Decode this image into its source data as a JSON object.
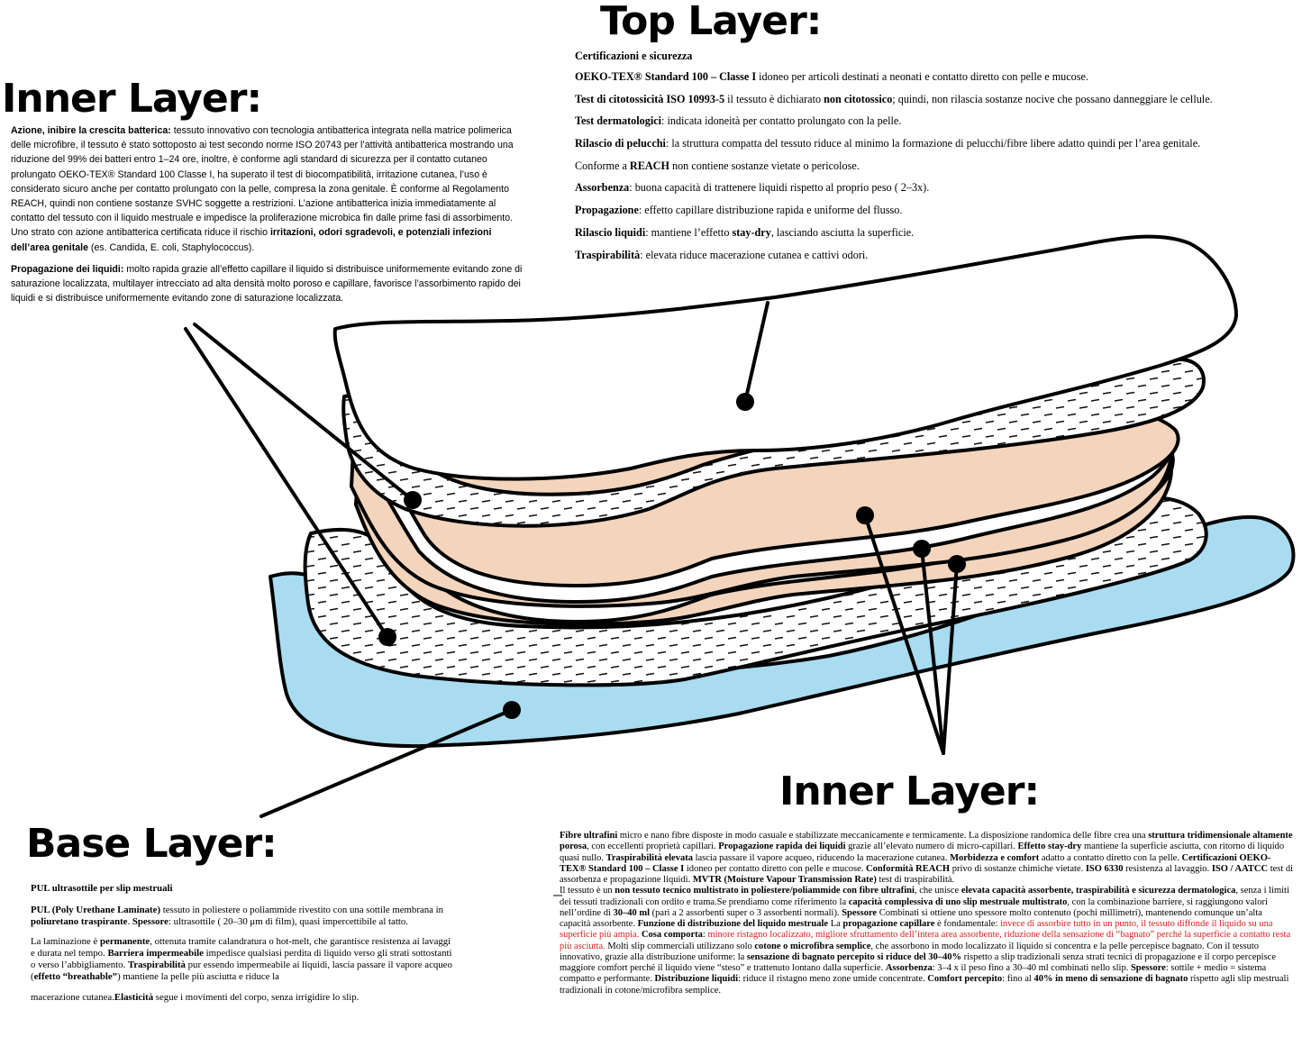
{
  "headings": {
    "top": "Top Layer:",
    "inner_left": "Inner Layer:",
    "inner_right": "Inner Layer:",
    "base": "Base Layer:"
  },
  "inner_left": {
    "p1_b1": "Azione, inibire la crescita batterica:",
    "p1_t1": " tessuto innovativo con tecnologia antibatterica integrata nella matrice polimerica delle microfibre, il tessuto è stato sottoposto ai test secondo norme ISO 20743 per l’attività antibatterica mostrando una riduzione del 99% dei batteri entro 1–24 ore, inoltre, è conforme agli standard di sicurezza per il contatto cutaneo prolungato OEKO-TEX® Standard 100 Classe I, ha superato il test di biocompatibilità, irritazione cutanea, l’uso è considerato sicuro anche per contatto prolungato con la pelle, compresa la zona genitale. È conforme al Regolamento REACH, quindi non contiene sostanze SVHC soggette a restrizioni. L’azione antibatterica inizia immediatamente al contatto del tessuto con il liquido mestruale e impedisce la proliferazione microbica fin dalle prime fasi di assorbimento. Uno strato con azione antibatterica certificata riduce il rischio ",
    "p1_b2": "irritazioni, odori sgradevoli, e potenziali infezioni dell’area genitale",
    "p1_t2": " (es. Candida, E. coli, Staphylococcus).",
    "p2_b1": "Propagazione dei liquidi:",
    "p2_t1": " molto rapida grazie all’effetto capillare il liquido si distribuisce uniformemente evitando zone di saturazione localizzata, multilayer intrecciato ad alta densità molto poroso e capillare, favorisce l’assorbimento rapido dei liquidi e si distribuisce uniformemente evitando zone di saturazione localizzata."
  },
  "top": {
    "title": "Certificazioni e sicurezza",
    "oeko_b": "OEKO-TEX® Standard 100 – Classe I",
    "oeko_t": "  idoneo per articoli destinati a neonati e contatto diretto con pelle e mucose.",
    "cito_b": "Test di citotossicità ISO 10993-5",
    "cito_t1": "  il tessuto è dichiarato ",
    "cito_b2": "non citotossico",
    "cito_t2": "; quindi, non rilascia sostanze nocive che possano danneggiare le cellule.",
    "derm_b": "Test dermatologici",
    "derm_t": ": indicata idoneità per contatto prolungato con la pelle.",
    "pel_b": "Rilascio di pelucchi",
    "pel_t": ": la struttura compatta del tessuto riduce al minimo la formazione di pelucchi/fibre libere  adatto quindi per l’area genitale.",
    "reach_t1": "Conforme a ",
    "reach_b": "REACH",
    "reach_t2": "  non contiene sostanze vietate o pericolose.",
    "ass_b": "Assorbenza",
    "ass_t": ": buona capacità di trattenere liquidi rispetto al proprio peso ( 2–3x).",
    "prop_b": "Propagazione",
    "prop_t": ": effetto capillare  distribuzione rapida e uniforme del flusso.",
    "ril_b": "Rilascio liquidi",
    "ril_t1": ":  mantiene l’effetto ",
    "ril_b2": "stay-dry",
    "ril_t2": ", lasciando asciutta la superficie.",
    "tra_b": "Traspirabilità",
    "tra_t": ": elevata  riduce macerazione cutanea e cattivi odori."
  },
  "base": {
    "title": "PUL ultrasottile per slip mestruali",
    "p1_b1": "PUL (Poly Urethane Laminate)",
    "p1_t1": "  tessuto in poliestere o poliammide rivestito con una sottile membrana in ",
    "p1_b2": "poliuretano traspirante",
    "p1_t2": ". ",
    "p1_b3": "Spessore",
    "p1_t3": ": ultrasottile ( 20–30 μm di film), quasi impercettibile al tatto.",
    "p2_t1": "La laminazione è ",
    "p2_b1": "permanente",
    "p2_t2": ", ottenuta tramite calandratura o hot-melt, che garantisce resistenza ai lavaggi e durata nel tempo. ",
    "p2_b2": "Barriera impermeabile",
    "p2_t3": " impedisce qualsiasi perdita di liquido verso gli strati sottostanti o verso l’abbigliamento. ",
    "p2_b3": "Traspirabilità",
    "p2_t4": "  pur essendo impermeabile ai liquidi, lascia passare il vapore acqueo (",
    "p2_b4": "effetto “breathable”",
    "p2_t5": ") mantiene la pelle più asciutta e riduce la",
    "p3_t1": "macerazione cutanea.",
    "p3_b1": "Elasticità",
    "p3_t2": " segue i movimenti del corpo, senza irrigidire lo slip."
  },
  "inner_right": {
    "s1": "Fibre ultrafini",
    "s2": " micro e nano fibre disposte in modo casuale e stabilizzate meccanicamente e termicamente. La disposizione randomica delle fibre crea una ",
    "s3": "struttura tridimensionale altamente porosa",
    "s4": ", con eccellenti proprietà capillari. ",
    "s5": "Propagazione rapida dei liquidi",
    "s6": " grazie all’elevato numero di micro-capillari. ",
    "s7": "Effetto stay-dry",
    "s8": " mantiene la superficie asciutta, con ritorno di liquido quasi nullo. ",
    "s9": "Traspirabilità elevata",
    "s10": " lascia passare il vapore acqueo, riducendo la macerazione cutanea. ",
    "s11": "Morbidezza e comfort",
    "s12": " adatto a contatto diretto con la pelle. ",
    "s13": "Certificazioni OEKO-TEX® Standard 100 – Classe I",
    "s14": " idoneo per contatto diretto con pelle e mucose. ",
    "s15": "Conformità REACH",
    "s16": " privo di sostanze chimiche vietate. ",
    "s17": "ISO 6330",
    "s18": "  resistenza al lavaggio. ",
    "s19": "ISO / AATCC",
    "s20": "  test di assorbenza e propagazione liquidi. ",
    "s21": "MVTR (Moisture Vapour Transmission Rate)",
    "s22": " test di traspirabilità.",
    "t1": "Il tessuto è un ",
    "t2": "non tessuto tecnico multistrato in poliestere/poliammide con fibre ultrafini",
    "t3": ", che unisce ",
    "t4": "elevata capacità assorbente, traspirabilità e sicurezza dermatologica",
    "t5": ", senza i limiti dei tessuti tradizionali con ordito e trama.Se prendiamo come riferimento la ",
    "t6": "capacità complessiva di uno slip mestruale multistrato",
    "t7": ", con la combinazione barriere, si raggiungono valori nell’ordine di ",
    "t8": "30–40 ml",
    "t9": " (pari a 2 assorbenti super o 3 assorbenti normali). ",
    "t10": "Spessore",
    "t11": " Combinati si ottiene uno spessore molto contenuto (pochi millimetri), mantenendo comunque un’alta capacità assorbente. ",
    "t12": "Funzione di distribuzione del liquido mestruale",
    "t13": "  La ",
    "t14": "propagazione capillare",
    "t15": " è fondamentale: ",
    "r1": "invece di assorbire tutto in un punto, il tessuto diffonde il liquido su una superficie più ampia.",
    "t16": " ",
    "t17": "Cosa comporta",
    "t18": ": ",
    "r2": "minore ristagno localizzato, migliore sfruttamento dell’intera area assorbente, riduzione della sensazione di “bagnato” perché la superficie a contatto resta più asciutta.",
    "t19": " Molti slip commerciali utilizzano solo ",
    "t20": "cotone o microfibra semplice",
    "t21": ", che assorbono in modo localizzato il liquido si concentra e la pelle percepisce bagnato. Con il tessuto innovativo, grazie alla distribuzione uniforme: la ",
    "t22": "sensazione di bagnato percepito si riduce del 30–40%",
    "t23": " rispetto a slip tradizionali senza strati tecnici di propagazione e il corpo percepisce maggiore comfort perché il liquido viene “steso” e trattenuto lontano dalla superficie. ",
    "t24": "Assorbenza",
    "t25": ": 3–4 x il peso fino a 30–40 ml combinati nello slip. ",
    "t26": "Spessore",
    "t27": ": sottile + medio = sistema compatto e performante. ",
    "t28": "Distribuzione liquidi",
    "t29": ": riduce il ristagno meno zone umide concentrate. ",
    "t30": "Comfort percepito",
    "t31": ": fino al ",
    "t32": "40% in meno di sensazione di bagnato",
    "t33": " rispetto agli slip mestruali tradizionali in cotone/microfibra semplice."
  },
  "colors": {
    "base_layer": "#a9dcf0",
    "inner_layer": "#f3d5bd",
    "top_layer": "#ffffff",
    "highlight_text": "#d81e1e"
  }
}
